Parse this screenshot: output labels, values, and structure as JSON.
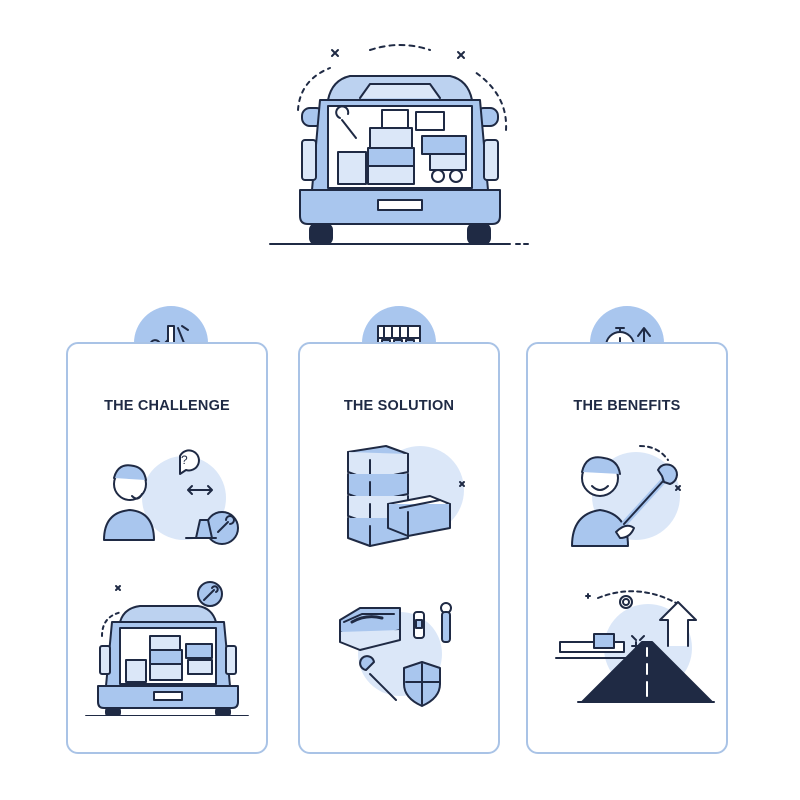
{
  "cards": [
    {
      "title": "THE CHALLENGE",
      "badge_icon": "tools-icon",
      "top_icon": "confused-person-icon",
      "bottom_icon": "cluttered-truck-bed-icon"
    },
    {
      "title": "THE SOLUTION",
      "badge_icon": "storage-rack-icon",
      "top_icon": "stacked-storage-bins-icon",
      "bottom_icon": "tool-organizer-icon"
    },
    {
      "title": "THE BENEFITS",
      "badge_icon": "stopwatch-arrow-icon",
      "top_icon": "happy-person-wrench-icon",
      "bottom_icon": "road-ahead-icon"
    }
  ],
  "hero_icon": "pickup-truck-rear-icon",
  "colors": {
    "outline": "#1f2a44",
    "fill": "#a9c6ee",
    "light_fill": "#dbe7f8",
    "card_border": "#a9c3e6"
  }
}
